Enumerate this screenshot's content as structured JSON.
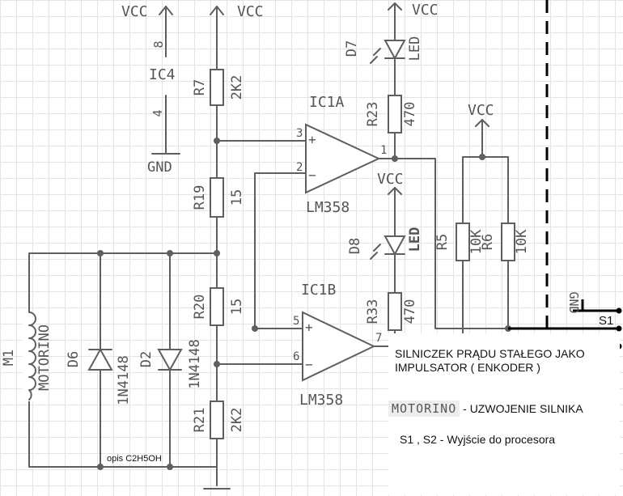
{
  "labels": {
    "vcc": "VCC",
    "gnd": "GND",
    "ic4": "IC4",
    "ic4_pin8": "8",
    "ic4_pin4": "4",
    "ic1a": "IC1A",
    "ic1b": "IC1B",
    "lm358": "LM358",
    "r7": "R7",
    "r7_val": "2K2",
    "r19": "R19",
    "r19_val": "15",
    "r20": "R20",
    "r20_val": "15",
    "r21": "R21",
    "r21_val": "2K2",
    "r23": "R23",
    "r23_val": "470",
    "r33": "R33",
    "r33_val": "470",
    "r5": "R5",
    "r5_val": "10K",
    "r6": "R6",
    "r6_val": "10K",
    "d7": "D7",
    "d8": "D8",
    "led": "LED",
    "d6": "D6",
    "d2": "D2",
    "diode_val": "1N4148",
    "m1": "M1",
    "motor": "MOTORINO",
    "pin3": "3",
    "pin2": "2",
    "pin1": "1",
    "pin5": "5",
    "pin6": "6",
    "pin7": "7",
    "plus": "+",
    "minus": "−",
    "s1": "S1",
    "s2": "S2",
    "credit": "opis C2H5OH"
  },
  "notes": {
    "line1": "SILNICZEK PRĄDU STAŁEGO JAKO IMPULSATOR   ( ENKODER )",
    "motor_tag": "MOTORINO",
    "motor_desc": " - UZWOJENIE SILNIKA",
    "outputs": "S1 , S2  - Wyjście do procesora"
  }
}
